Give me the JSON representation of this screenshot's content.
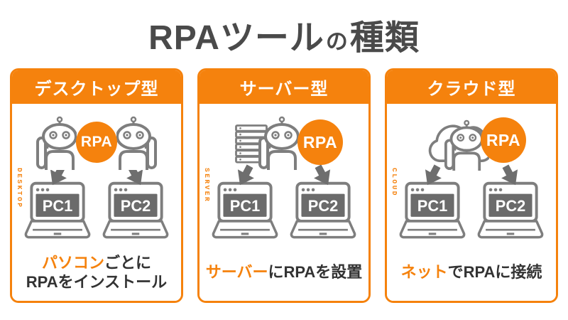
{
  "title": {
    "part1": "RPAツール",
    "part2": "の",
    "part3": "種類"
  },
  "colors": {
    "accent": "#F5820D",
    "icon_outline": "#7E7E7E",
    "arrow_fill": "#6E6E6E",
    "screen_fill": "#6B6B6B",
    "title_text": "#4A4A4A",
    "caption_text": "#333333"
  },
  "panels": [
    {
      "header": "デスクトップ型",
      "side_label": "DESKTOP",
      "rpa_badge": "RPA",
      "pc_labels": [
        "PC1",
        "PC2"
      ],
      "caption": {
        "line1_highlight": "パソコン",
        "line1_rest": "ごとに",
        "line2": "RPAをインストール"
      }
    },
    {
      "header": "サーバー型",
      "side_label": "SERVER",
      "rpa_badge": "RPA",
      "pc_labels": [
        "PC1",
        "PC2"
      ],
      "caption": {
        "line1_highlight": "サーバー",
        "line1_rest": "にRPAを設置",
        "line2": ""
      }
    },
    {
      "header": "クラウド型",
      "side_label": "CLOUD",
      "rpa_badge": "RPA",
      "pc_labels": [
        "PC1",
        "PC2"
      ],
      "caption": {
        "line1_highlight": "ネット",
        "line1_rest": "でRPAに接続",
        "line2": ""
      }
    }
  ]
}
